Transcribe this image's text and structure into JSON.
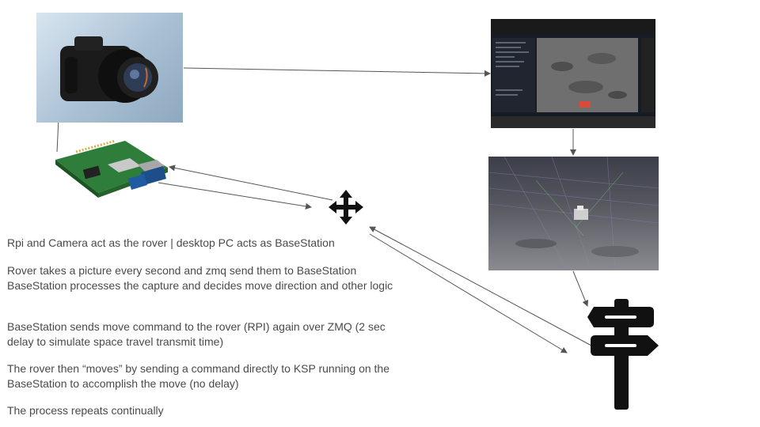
{
  "slide": {
    "paragraphs": [
      "Rpi and Camera act as the rover | desktop PC acts as BaseStation",
      "Rover takes a picture every second and zmq send them to BaseStation BaseStation processes the capture and decides move direction and other logic",
      "BaseStation sends move command to the rover (RPI) again over ZMQ (2 sec delay to simulate space travel transmit time)",
      "The rover then “moves” by sending a command directly to KSP running on the BaseStation to accomplish the move (no delay)",
      "The process repeats continually"
    ]
  },
  "nodes": {
    "camera": {
      "icon": "camera-photo"
    },
    "raspberry_pi": {
      "icon": "raspberry-pi-board"
    },
    "move_icon": {
      "icon": "move-arrows-icon"
    },
    "monitor": {
      "icon": "monitor-moon-surface-photo"
    },
    "processed_view": {
      "icon": "processed-terrain-image"
    },
    "signpost": {
      "icon": "signpost-icon"
    }
  },
  "colors": {
    "text": "#4a4a4a",
    "icon": "#111111",
    "connector": "#555555"
  }
}
